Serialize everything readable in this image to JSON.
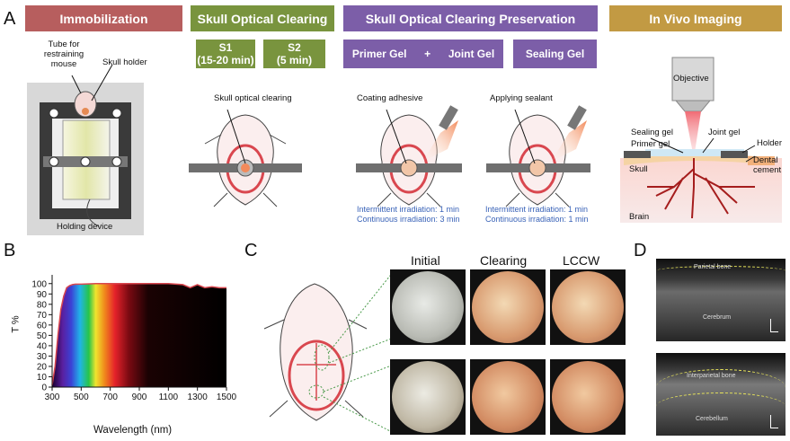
{
  "panels": {
    "a": "A",
    "b": "B",
    "c": "C",
    "d": "D"
  },
  "banners": [
    {
      "label": "Immobilization",
      "color": "#b75e5e"
    },
    {
      "label": "Skull Optical Clearing",
      "color": "#79943e"
    },
    {
      "label": "Skull Optical Clearing Preservation",
      "color": "#7c5ea8"
    },
    {
      "label": "In Vivo Imaging",
      "color": "#c29a43"
    }
  ],
  "steps": {
    "s1": {
      "title": "S1",
      "time": "(15-20 min)"
    },
    "s2": {
      "title": "S2",
      "time": "(5 min)"
    },
    "primer": "Primer Gel",
    "plus": "+",
    "joint": "Joint Gel",
    "sealing": "Sealing Gel"
  },
  "immobilization": {
    "tube_label": "Tube for restraining mouse",
    "holder_label": "Skull holder",
    "device_label": "Holding device"
  },
  "procedures": {
    "clearing": "Skull optical clearing",
    "coating": "Coating adhesive",
    "sealant": "Applying sealant",
    "coating_note1": "Intermittent irradiation: 1 min",
    "coating_note2": "Continuous irradiation: 3 min",
    "sealant_note1": "Intermittent irradiation: 1 min",
    "sealant_note2": "Continuous irradiation: 1 min"
  },
  "imaging": {
    "objective": "Objective",
    "sealing_gel": "Sealing gel",
    "joint_gel": "Joint gel",
    "primer_gel": "Primer gel",
    "holder": "Holder",
    "skull": "Skull",
    "dental": "Dental cement",
    "brain": "Brain"
  },
  "chart_data": {
    "type": "area",
    "title": "",
    "xlabel": "Wavelength (nm)",
    "ylabel": "T %",
    "xlim": [
      300,
      1500
    ],
    "ylim": [
      0,
      105
    ],
    "x_ticks": [
      300,
      500,
      700,
      900,
      1100,
      1300,
      1500
    ],
    "y_ticks": [
      0,
      10,
      20,
      30,
      40,
      50,
      60,
      70,
      80,
      90,
      100
    ],
    "x": [
      300,
      320,
      340,
      360,
      380,
      400,
      420,
      440,
      460,
      500,
      600,
      700,
      800,
      900,
      1000,
      1100,
      1200,
      1250,
      1300,
      1350,
      1400,
      1450,
      1500
    ],
    "values": [
      2,
      20,
      50,
      75,
      88,
      96,
      98,
      99,
      99.5,
      99.5,
      100,
      100,
      100,
      100,
      100,
      100,
      99,
      96,
      99,
      96,
      97,
      96,
      96
    ],
    "grid": false
  },
  "columns": {
    "initial": "Initial",
    "clearing": "Clearing",
    "lccw": "LCCW"
  },
  "oct": {
    "top_region": "Parietal bone",
    "top_tissue": "Cerebrum",
    "bottom_region": "Interparietal bone",
    "bottom_tissue": "Cerebellum"
  },
  "colors": {
    "clearing_ring": "#d9474f",
    "light": "#f28a5b",
    "skull": "#6f6f6f"
  }
}
